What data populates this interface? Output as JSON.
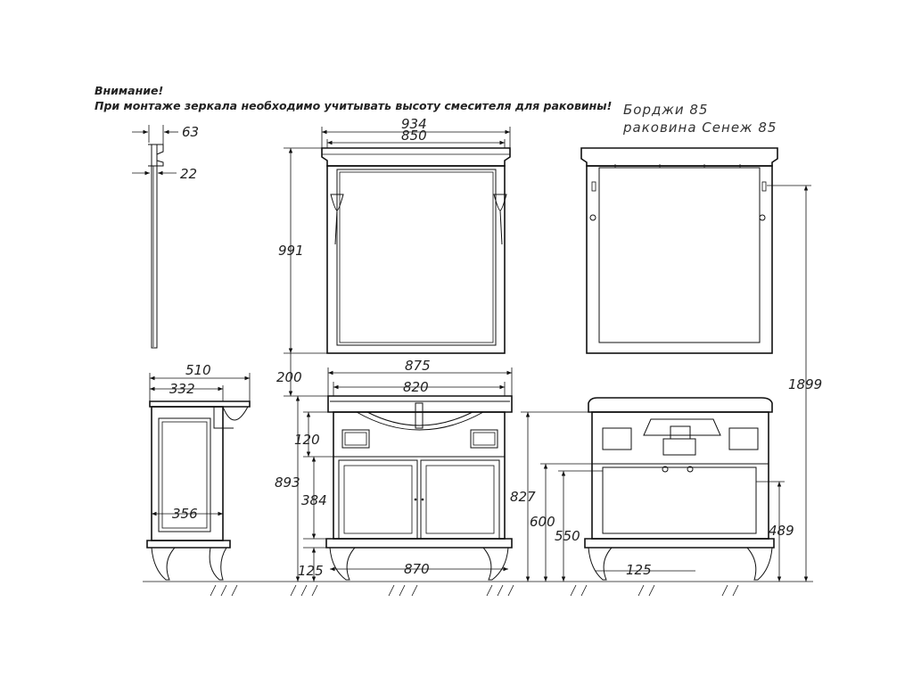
{
  "notes": {
    "warning_title": "Внимание!",
    "warning_text": "При монтаже зеркала необходимо учитывать высоту смесителя для раковины!",
    "model_line": "Борджи 85",
    "basin_line": "раковина Сенеж 85"
  },
  "dimensions": {
    "mirror_depth_top": "63",
    "mirror_depth_frame": "22",
    "mirror_width_overall": "934",
    "mirror_width_frame": "850",
    "mirror_height": "991",
    "gap_above_basin": "200",
    "total_height": "1899",
    "cabinet_depth": "510",
    "basin_offset": "332",
    "side_panel_depth": "356",
    "basin_width": "875",
    "cabinet_width": "820",
    "drawer_height": "120",
    "cabinet_height": "893",
    "door_height": "384",
    "leg_height": "125",
    "base_width": "870",
    "rear_height_827": "827",
    "rear_height_600": "600",
    "rear_height_550": "550",
    "rear_height_489": "489",
    "rear_leg_125": "125"
  }
}
